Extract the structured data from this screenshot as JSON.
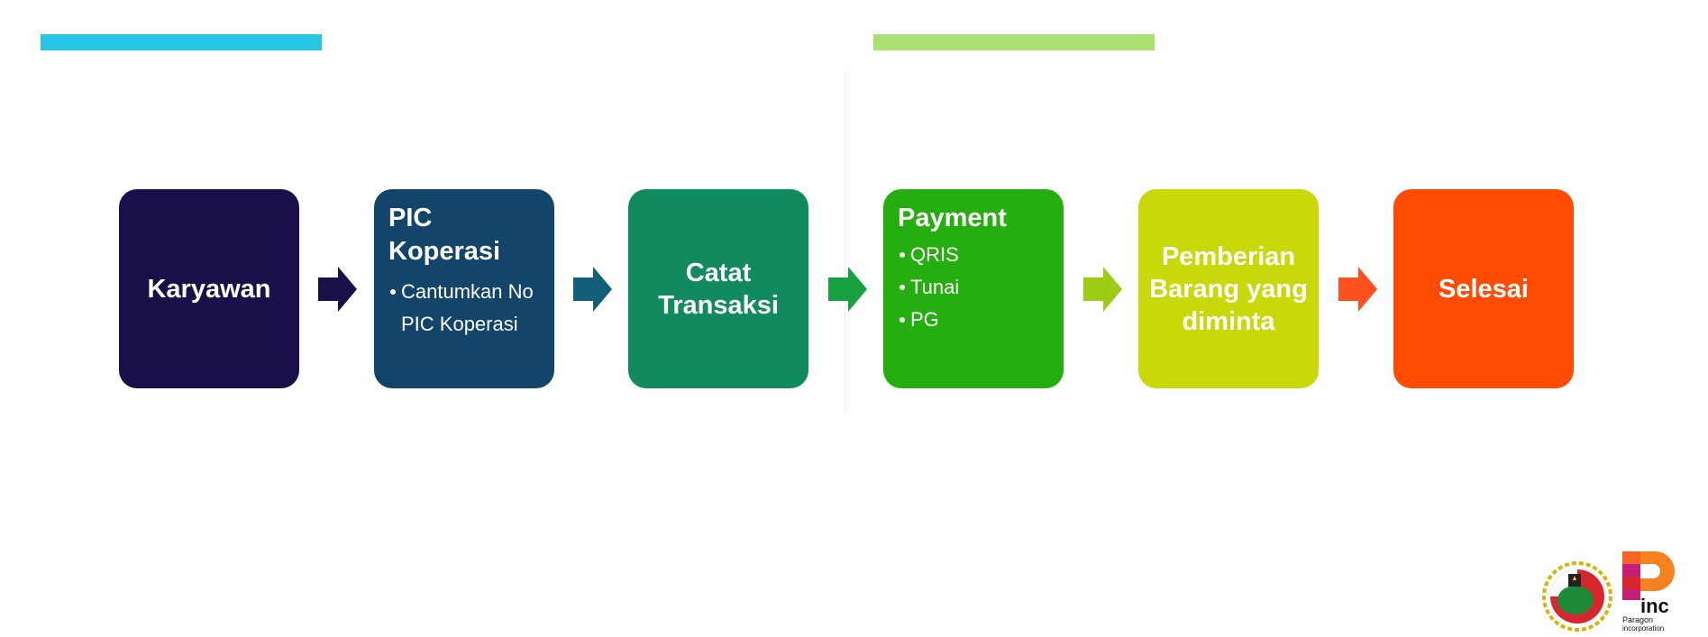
{
  "colors": {
    "bar_left": "#25c5e3",
    "bar_right": "#a9e070"
  },
  "steps": [
    {
      "title": "Karyawan",
      "color": "#1b0f4a",
      "arrow": "#1b0f4a"
    },
    {
      "title": "PIC Koperasi",
      "bullets": [
        "Cantumkan No PIC Koperasi"
      ],
      "color": "#134469",
      "arrow": "#135e78"
    },
    {
      "title": "Catat Transaksi",
      "color": "#118a5e",
      "arrow": "#16a040"
    },
    {
      "title": "Payment",
      "bullets": [
        "QRIS",
        "Tunai",
        "PG"
      ],
      "color": "#25ae0f",
      "arrow": "#9ccc14"
    },
    {
      "title": "Pemberian Barang yang diminta",
      "color": "#c8d808",
      "arrow": "#ff5020"
    },
    {
      "title": "Selesai",
      "color": "#ff4c00"
    }
  ],
  "logos": {
    "paragon_mark": "inc",
    "paragon_name": "Paragon incorporation"
  }
}
